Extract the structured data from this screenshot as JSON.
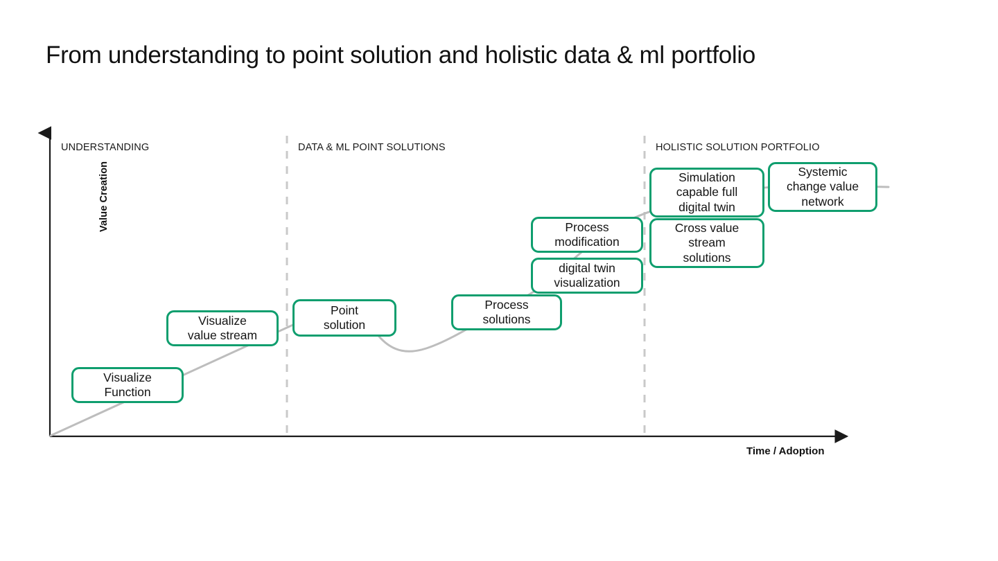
{
  "page": {
    "title": "From understanding to point solution and holistic data & ml portfolio",
    "background_color": "#ffffff",
    "accent_color": "#0f9e6e",
    "curve_color": "#bdbdbd",
    "axis_color": "#1a1a1a",
    "divider_color": "#c9c9c9"
  },
  "axes": {
    "y_label": "Value Creation",
    "x_label": "Time / Adoption"
  },
  "phases": [
    {
      "id": "understanding",
      "label": "UNDERSTANDING"
    },
    {
      "id": "point-solutions",
      "label": "DATA & ML POINT SOLUTIONS"
    },
    {
      "id": "holistic-portfolio",
      "label": "HOLISTIC SOLUTION PORTFOLIO"
    }
  ],
  "nodes": [
    {
      "id": "visualize-function",
      "label": "Visualize\nFunction",
      "phase": "understanding"
    },
    {
      "id": "visualize-value-stream",
      "label": "Visualize\nvalue stream",
      "phase": "understanding"
    },
    {
      "id": "point-solution",
      "label": "Point\nsolution",
      "phase": "point-solutions"
    },
    {
      "id": "process-solutions",
      "label": "Process\nsolutions",
      "phase": "point-solutions"
    },
    {
      "id": "digital-twin-visualization",
      "label": "digital twin\nvisualization",
      "phase": "point-solutions"
    },
    {
      "id": "process-modification",
      "label": "Process\nmodification",
      "phase": "point-solutions"
    },
    {
      "id": "cross-value-stream-solutions",
      "label": "Cross value\nstream\nsolutions",
      "phase": "holistic-portfolio"
    },
    {
      "id": "simulation-capable-full-digital-twin",
      "label": "Simulation\ncapable full\ndigital twin",
      "phase": "holistic-portfolio"
    },
    {
      "id": "systemic-change-value-network",
      "label": "Systemic\nchange value\nnetwork",
      "phase": "holistic-portfolio"
    }
  ],
  "chart_data": {
    "type": "line",
    "title": "From understanding to point solution and holistic data & ml portfolio",
    "xlabel": "Time / Adoption",
    "ylabel": "Value Creation",
    "grid": false,
    "legend": "none",
    "annotations": [
      "Visualize Function",
      "Visualize value stream",
      "Point solution",
      "Process solutions",
      "digital twin visualization",
      "Process modification",
      "Cross value stream solutions",
      "Simulation capable full digital twin",
      "Systemic change value network"
    ]
  }
}
